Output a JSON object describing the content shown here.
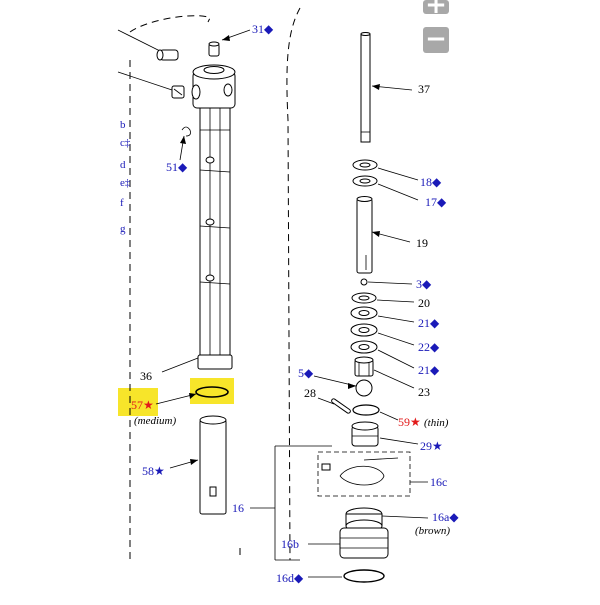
{
  "toolbar": {
    "zoom_in": "+",
    "zoom_out": "−"
  },
  "left_margin_text": [
    "b",
    "c‡",
    "d",
    "e‡",
    "f",
    "g"
  ],
  "callouts": {
    "p31": "31◆",
    "p51": "51◆",
    "p36": "36",
    "p57": "57★",
    "p57_note": "(medium)",
    "p58": "58★",
    "p16": "16",
    "p37": "37",
    "p18": "18◆",
    "p17": "17◆",
    "p19": "19",
    "p3": "3◆",
    "p20": "20",
    "p21a": "21◆",
    "p22": "22◆",
    "p21b": "21◆",
    "p23": "23",
    "p5": "5◆",
    "p28": "28",
    "p59": "59★",
    "p59_note": "(thin)",
    "p29": "29★",
    "p16c": "16c",
    "p16a": "16a◆",
    "p16a_note": "(brown)",
    "p16b": "16b",
    "p16d": "16d◆"
  },
  "highlight_color": "#f7e52a",
  "callout_blue": "#1a1ab8",
  "callout_red": "#e21b1b"
}
